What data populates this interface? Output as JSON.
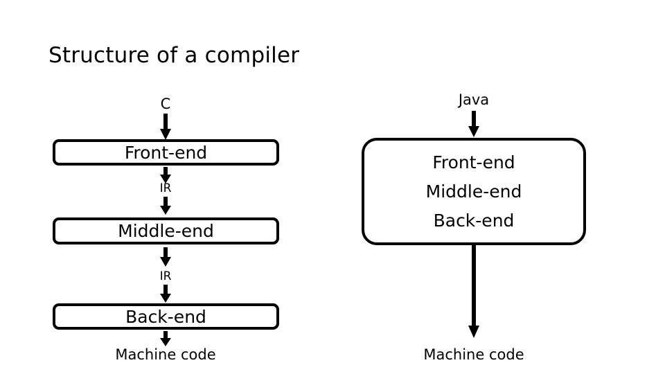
{
  "slide": {
    "title": "Structure of a compiler",
    "background_color": "#ffffff",
    "ink_color": "#000000"
  },
  "left_pipeline": {
    "source_label": "C",
    "stages": [
      {
        "label": "Front-end"
      },
      {
        "label": "Middle-end"
      },
      {
        "label": "Back-end"
      }
    ],
    "edge_labels": [
      "IR",
      "IR"
    ],
    "output_label": "Machine code"
  },
  "right_pipeline": {
    "source_label": "Java",
    "monolithic_box": {
      "lines": [
        "Front-end",
        "Middle-end",
        "Back-end"
      ]
    },
    "output_label": "Machine code"
  },
  "icons": {
    "down_arrow": "down-arrow-icon"
  }
}
